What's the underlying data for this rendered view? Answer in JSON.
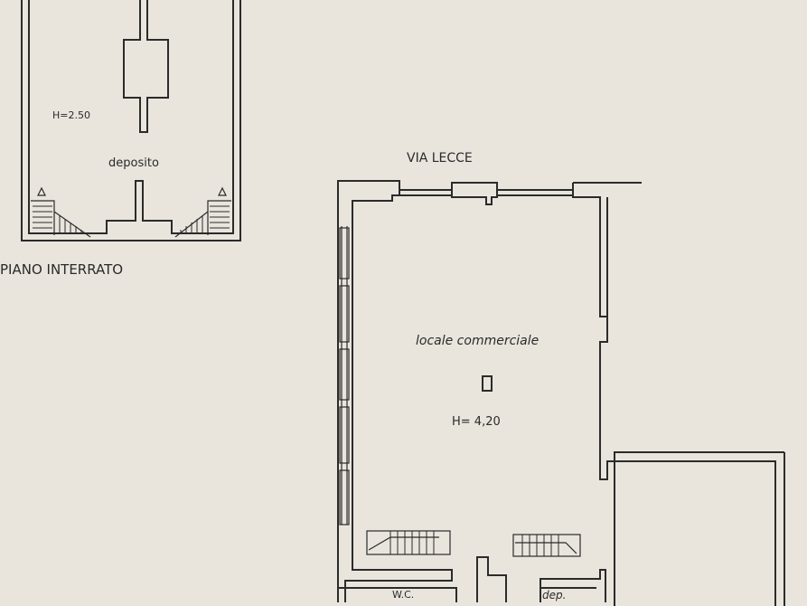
{
  "drawing": {
    "basement": {
      "height_label": "H=2.50",
      "room_label": "deposito",
      "floor_label": "PIANO INTERRATO"
    },
    "ground": {
      "street_label": "VIA LECCE",
      "room_label": "locale commerciale",
      "height_label": "H= 4,20",
      "wc_label": "W.C.",
      "storage_label": "dep."
    },
    "colors": {
      "paper": "#e9e5dd",
      "ink": "#2b2b2b"
    }
  }
}
